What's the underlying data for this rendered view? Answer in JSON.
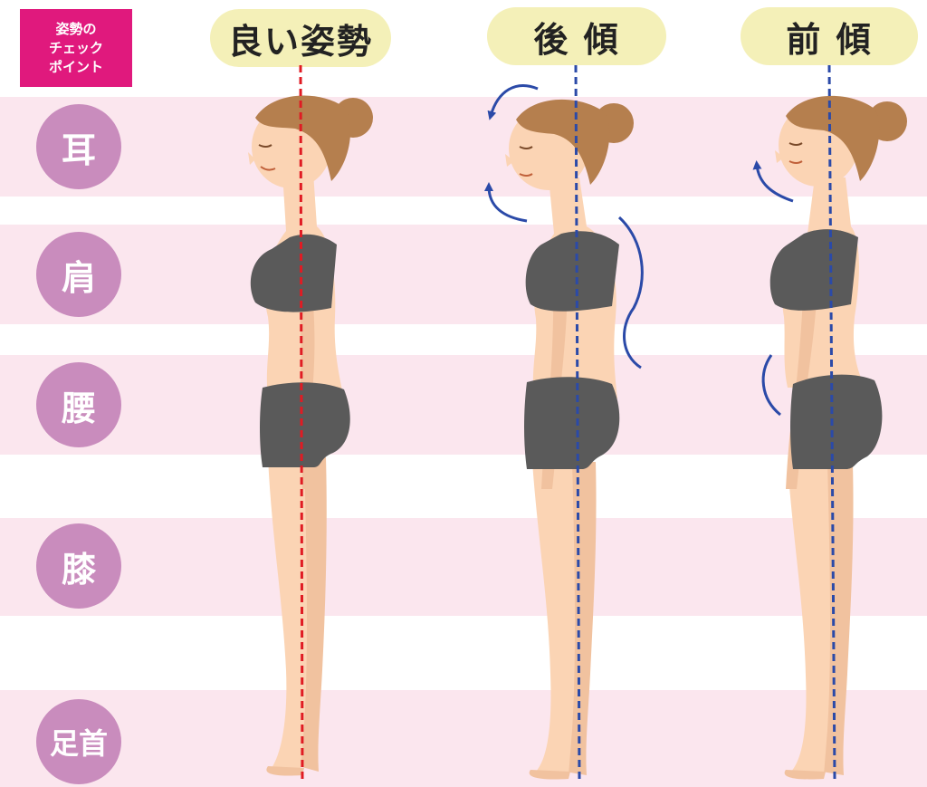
{
  "badge": {
    "line1": "姿勢の",
    "line2": "チェック",
    "line3": "ポイント",
    "color": "#e0197d"
  },
  "postures": [
    {
      "label": "良い姿勢",
      "line_color": "#e01b23"
    },
    {
      "label": "後 傾",
      "line_color": "#2b4aa8"
    },
    {
      "label": "前 傾",
      "line_color": "#2b4aa8"
    }
  ],
  "checkpoints": [
    {
      "label": "耳"
    },
    {
      "label": "肩"
    },
    {
      "label": "腰"
    },
    {
      "label": "膝"
    },
    {
      "label": "足首"
    }
  ],
  "colors": {
    "band": "#fbe6ee",
    "pill": "#f4f0b8",
    "circle": "#c98cbd",
    "skin": "#fbd4b4",
    "hair": "#b57f4e",
    "clothing": "#5a5a5a",
    "arrow": "#2b4aa8"
  }
}
